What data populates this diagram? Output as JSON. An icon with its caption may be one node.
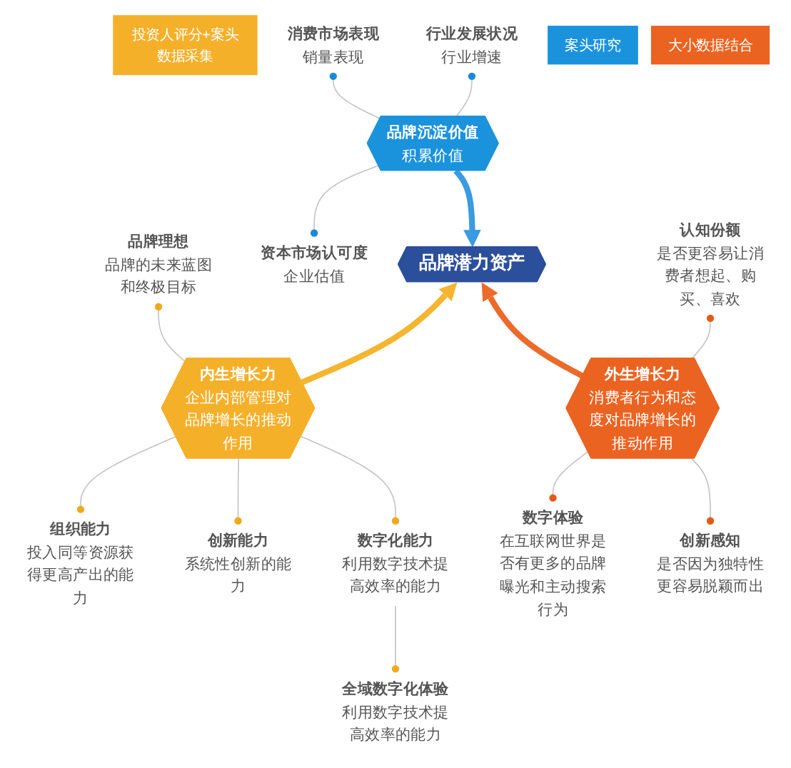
{
  "diagram": {
    "nodes": [
      {
        "text": [
          "消费市场表现",
          "销量表现"
        ]
      },
      {
        "text": [
          "案头研究"
        ]
      },
      {
        "text": [
          "品牌沉淀价值",
          "积累价值"
        ]
      },
      {
        "text": [
          "资本市场认可度",
          "企业估值"
        ]
      },
      {
        "text": [
          "行业发展状况",
          "行业增速"
        ]
      },
      {
        "text": [
          "品牌潜力资产"
        ]
      },
      {
        "text": [
          "大小数据结合"
        ]
      },
      {
        "text": [
          "内生增长力",
          "企业内部管理对品牌增长的推动作用"
        ]
      },
      {
        "text": [
          "外生增长力",
          "消费者行为和态度对品牌增长的推动作用"
        ]
      },
      {
        "text": [
          "认知份额",
          "是否更容易让消费者想起、购买、喜欢"
        ]
      },
      {
        "text": [
          "投资人评分+案头数据采集"
        ]
      },
      {
        "text": [
          "数字体验",
          "在互联网世界是否有更多的品牌曝光和主动搜索行为"
        ]
      },
      {
        "text": [
          "品牌理想",
          "品牌的未来蓝图和终极目标"
        ]
      },
      {
        "text": [
          "创新能力",
          "系统性创新的能力"
        ]
      },
      {
        "text": [
          "创新感知",
          "是否因为独特性更容易脱颖而出"
        ]
      },
      {
        "text": [
          "组织能力",
          "投入同等资源获得更高产出的能力"
        ]
      },
      {
        "text": [
          "数字化能力",
          "利用数字技术提高效率的能力"
        ]
      },
      {
        "text": [
          "全域数字化体验",
          "利用数字技术提高效率的能力"
        ]
      }
    ],
    "edges": [
      {
        "from": 2,
        "to": 0,
        "arrow": "other"
      },
      {
        "from": 2,
        "to": 3,
        "arrow": "other"
      },
      {
        "from": 2,
        "to": 4,
        "arrow": "other"
      },
      {
        "from": 2,
        "to": 5,
        "arrow": "to",
        "style": "thick",
        "color": "#3a9be0"
      },
      {
        "from": 7,
        "to": 5,
        "arrow": "to",
        "style": "thick",
        "color": "#f5b52e"
      },
      {
        "from": 8,
        "to": 5,
        "arrow": "to",
        "style": "thick",
        "color": "#ec6a2a"
      },
      {
        "from": 7,
        "to": 12,
        "arrow": "other"
      },
      {
        "from": 7,
        "to": 15,
        "arrow": "other"
      },
      {
        "from": 7,
        "to": 13,
        "arrow": "other"
      },
      {
        "from": 7,
        "to": 16,
        "arrow": "other"
      },
      {
        "from": 16,
        "to": 17,
        "arrow": "other"
      },
      {
        "from": 8,
        "to": 9,
        "arrow": "other"
      },
      {
        "from": 8,
        "to": 11,
        "arrow": "other"
      },
      {
        "from": 8,
        "to": 14,
        "arrow": "other"
      }
    ]
  }
}
